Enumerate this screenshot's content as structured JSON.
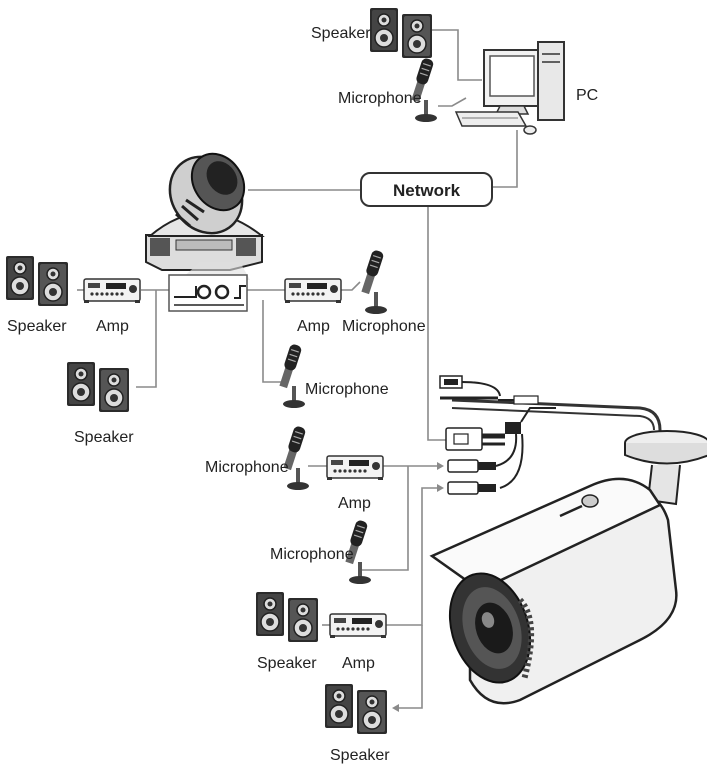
{
  "network": {
    "label": "Network"
  },
  "pc": {
    "label": "PC"
  },
  "labels": {
    "speaker_top": "Speaker",
    "mic_top": "Microphone",
    "speaker_left": "Speaker",
    "amp_left": "Amp",
    "amp_mid": "Amp",
    "mic_mid": "Microphone",
    "mic_dome_low": "Microphone",
    "speaker_left_low": "Speaker",
    "mic_bullet_1": "Microphone",
    "amp_bullet_1": "Amp",
    "mic_bullet_2": "Microphone",
    "speaker_bullet_1": "Speaker",
    "amp_bullet_2": "Amp",
    "speaker_bullet_2": "Speaker"
  },
  "colors": {
    "line": "#8a8a8a",
    "device_dark": "#222222",
    "device_mid": "#666666",
    "device_light": "#d8d8d8"
  },
  "icons": [
    "speaker-icon",
    "microphone-icon",
    "amp-icon",
    "pc-icon",
    "dome-camera-icon",
    "bullet-camera-icon",
    "cable-connector-icon"
  ]
}
